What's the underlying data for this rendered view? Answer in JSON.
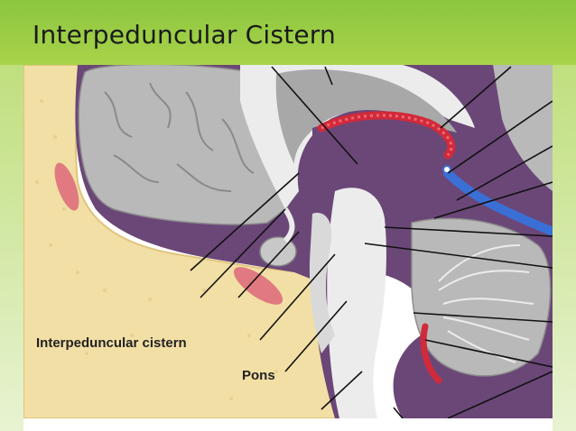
{
  "slide": {
    "title": "Interpeduncular Cistern"
  },
  "figure": {
    "labels": {
      "interpeduncular": "Interpeduncular cistern",
      "pons": "Pons"
    },
    "colors": {
      "slide_accent": "#8cc63f",
      "cistern_purple": "#6b4778",
      "bone": "#f2dfa5",
      "brain": "#b9b9b9",
      "vessel_red": "#d12a3a",
      "vein_blue": "#3a6fd6"
    }
  }
}
